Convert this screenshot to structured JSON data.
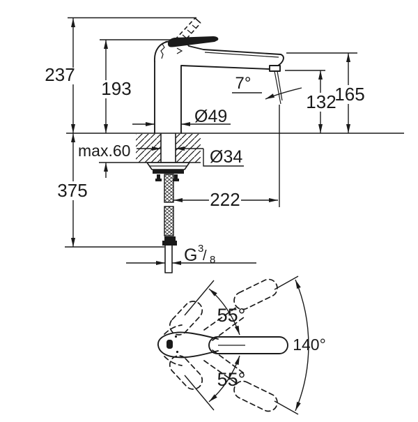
{
  "drawing": {
    "labels": {
      "total_height": "237",
      "body_height": "193",
      "base_diameter": "Ø49",
      "max_mounting_depth": "max.60",
      "hole_diameter": "Ø34",
      "below_counter_length": "375",
      "spout_reach": "222",
      "thread_letter": "G",
      "thread_numerator": "3",
      "thread_slash": "/",
      "thread_denominator": "8",
      "spout_angle": "7°",
      "outlet_height": "132",
      "spout_height": "165",
      "swivel_upper": "55°",
      "swivel_lower": "55°",
      "swivel_total": "140°"
    },
    "colors": {
      "ink": "#1a1a1a",
      "paper": "#ffffff"
    }
  }
}
